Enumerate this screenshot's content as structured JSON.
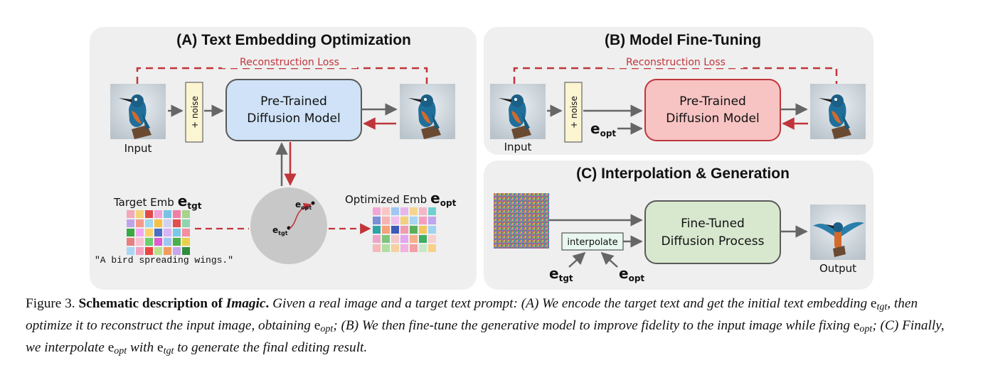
{
  "panels": {
    "a": {
      "title": "(A) Text Embedding Optimization",
      "loss_label": "Reconstruction Loss",
      "noise_label": "+ noise",
      "model_label_line1": "Pre-Trained",
      "model_label_line2": "Diffusion Model",
      "input_label": "Input",
      "target_emb_label": "Target Emb",
      "target_emb_symbol": "e",
      "target_emb_sub": "tgt",
      "optimized_emb_label": "Optimized Emb",
      "optimized_emb_symbol": "e",
      "optimized_emb_sub": "opt",
      "prompt_text": "\"A bird spreading wings.\"",
      "circle_opt_symbol": "e",
      "circle_opt_sub": "opt",
      "circle_tgt_symbol": "e",
      "circle_tgt_sub": "tgt"
    },
    "b": {
      "title": "(B) Model Fine-Tuning",
      "loss_label": "Reconstruction Loss",
      "noise_label": "+ noise",
      "model_label_line1": "Pre-Trained",
      "model_label_line2": "Diffusion Model",
      "input_label": "Input",
      "eopt_symbol": "e",
      "eopt_sub": "opt"
    },
    "c": {
      "title": "(C) Interpolation & Generation",
      "interpolate_label": "interpolate",
      "model_label_line1": "Fine-Tuned",
      "model_label_line2": "Diffusion Process",
      "output_label": "Output",
      "etgt_symbol": "e",
      "etgt_sub": "tgt",
      "eopt_symbol": "e",
      "eopt_sub": "opt"
    }
  },
  "caption": {
    "figure_label": "Figure 3.",
    "lead": "Schematic description of",
    "lead_name": "Imagic",
    "lead_end": ".",
    "part1": "Given a real image and a target text prompt: (A) We encode the target text and get the initial text embedding",
    "sym_tgt_1": "e",
    "sub_tgt_1": "tgt",
    "part2": ", then optimize it to reconstruct the input image, obtaining",
    "sym_opt_1": "e",
    "sub_opt_1": "opt",
    "part3": "; (B) We then fine-tune the generative model to improve fidelity to the input image while fixing",
    "sym_opt_2": "e",
    "sub_opt_2": "opt",
    "part4": "; (C) Finally, we interpolate",
    "sym_opt_3": "e",
    "sub_opt_3": "opt",
    "part5": "with",
    "sym_tgt_2": "e",
    "sub_tgt_2": "tgt",
    "part6": "to generate the final editing result."
  },
  "colors": {
    "panel_bg": "#efefef",
    "loss_red": "#c0353a",
    "arrow_gray": "#666666",
    "blue_box": "#cfe2f7",
    "blue_border": "#5a5a5a",
    "red_box": "#f7c3c3",
    "red_border": "#c0353a",
    "green_box": "#d8e8cf",
    "noise_box": "#fbf5d2",
    "interp_box": "#e8f7ef",
    "circle_gray": "#c8c8c8"
  },
  "target_emb_grid": [
    [
      "#f4a8b8",
      "#f5d27a",
      "#e14a4a",
      "#f1a0d8",
      "#79c2e6",
      "#f07fa8",
      "#a5d48a"
    ],
    [
      "#bfa3ea",
      "#f39a8a",
      "#9fd6f0",
      "#f5c242",
      "#d0d0f0",
      "#e24e4e",
      "#8fd4b0"
    ],
    [
      "#3aa844",
      "#f2a6ef",
      "#fbd06a",
      "#4a6fc7",
      "#d9b3f2",
      "#79c9e8",
      "#f58ea0"
    ],
    [
      "#e77f7f",
      "#f9c0d0",
      "#6ccf6c",
      "#e05ad0",
      "#9ec7f0",
      "#4bb04b",
      "#e9d04a"
    ],
    [
      "#a9d6f5",
      "#f4a2c2",
      "#e94646",
      "#b9e28b",
      "#f19b5e",
      "#c7a6ee",
      "#2f8f3f"
    ]
  ],
  "optimized_emb_grid": [
    [
      "#f1a7d6",
      "#f9c6c6",
      "#a0c7f3",
      "#e6b6ee",
      "#f7d58e",
      "#f5b7c7",
      "#6fd0d0"
    ],
    [
      "#7a8fd8",
      "#f6b3b3",
      "#f0c0ee",
      "#f2d17e",
      "#a9d4f3",
      "#f4a0bc",
      "#c2a5ec"
    ],
    [
      "#2fa5a5",
      "#f7a17a",
      "#3d5ab8",
      "#f29bb0",
      "#5ab05a",
      "#f4c65e",
      "#a0d3f2"
    ],
    [
      "#efa6c9",
      "#7dc67d",
      "#f2c8c8",
      "#e4a6f0",
      "#f5b08a",
      "#3fae63",
      "#f7d0d0"
    ],
    [
      "#f6b8b8",
      "#b0e0a0",
      "#f5d0a0",
      "#f0b0e0",
      "#f2a0a0",
      "#c8e8c8",
      "#f8d08a"
    ]
  ]
}
